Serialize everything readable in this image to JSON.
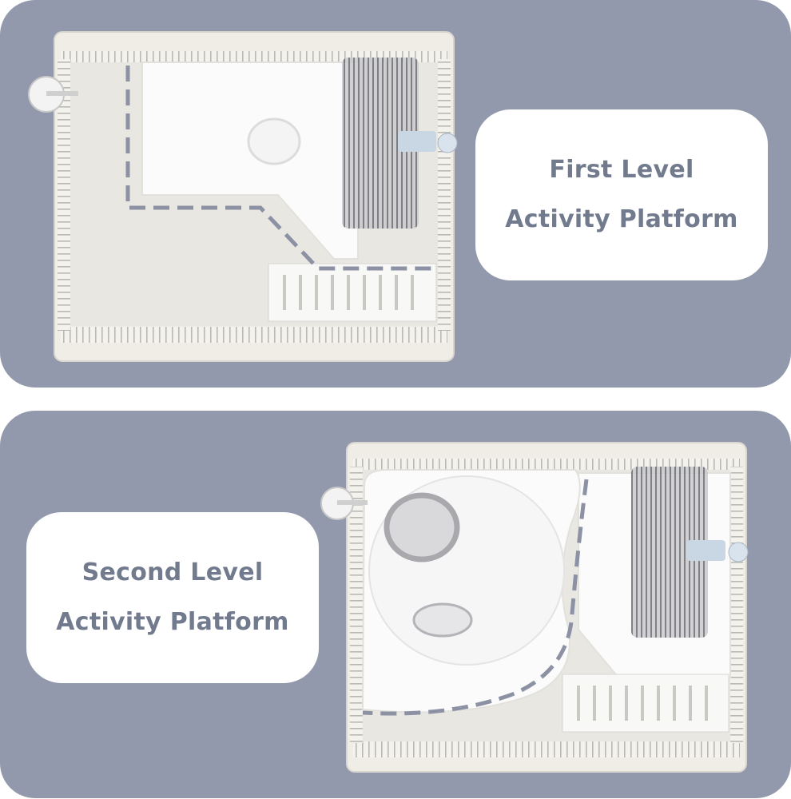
{
  "panels": [
    {
      "label_line1": "First Level",
      "label_line2": "Activity Platform"
    },
    {
      "label_line1": "Second Level",
      "label_line2": "Activity Platform"
    }
  ],
  "colors": {
    "panel_background": "#9399ac",
    "label_card": "#ffffff",
    "label_text": "#727b8e",
    "dashed_path": "#8c92a4",
    "cage_frame": "#efede6"
  },
  "icons": {
    "cage": "hamster-cage-top-view",
    "wheel": "exercise-wheel",
    "water_bottle": "water-bottle",
    "food_bowl": "food-bowl",
    "hideout": "dome-hideout",
    "ramp": "ladder-ramp"
  }
}
